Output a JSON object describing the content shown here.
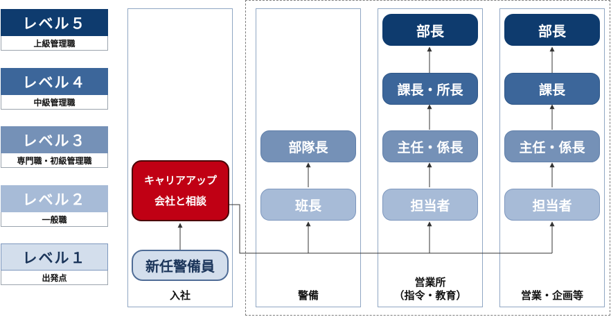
{
  "levels": [
    {
      "title": "レベル５",
      "desc": "上級管理職",
      "color": "#0e3b6e",
      "text_color": "#ffffff"
    },
    {
      "title": "レベル４",
      "desc": "中級管理職",
      "color": "#3c669a",
      "text_color": "#ffffff"
    },
    {
      "title": "レベル３",
      "desc": "専門職・初級管理職",
      "color": "#7591b7",
      "text_color": "#ffffff"
    },
    {
      "title": "レベル２",
      "desc": "一般職",
      "color": "#a7bbd7",
      "text_color": "#ffffff"
    },
    {
      "title": "レベル１",
      "desc": "出発点",
      "color": "#d3deec",
      "text_color": "#1b355a"
    }
  ],
  "columns": {
    "entry": {
      "label": "入社",
      "start": "新任警備員",
      "career": {
        "line1": "キャリアアップ",
        "line2": "会社と相談"
      }
    },
    "security": {
      "label": "警備",
      "nodes": [
        "部隊長",
        "班長"
      ]
    },
    "sales_office": {
      "label_line1": "営業所",
      "label_line2": "（指令・教育）",
      "nodes": [
        "部長",
        "課長・所長",
        "主任・係長",
        "担当者"
      ]
    },
    "sales_planning": {
      "label": "営業・企画等",
      "nodes": [
        "部長",
        "課長",
        "主任・係長",
        "担当者"
      ]
    }
  }
}
